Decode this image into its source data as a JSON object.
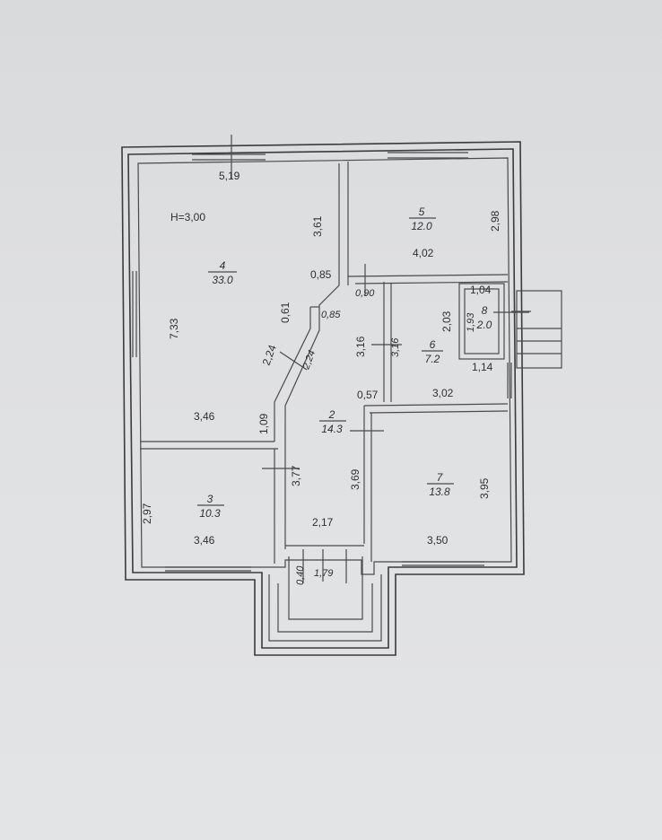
{
  "height_label": "H=3,00",
  "rooms": [
    {
      "id": "room-1",
      "number": "",
      "area": ""
    },
    {
      "id": "room-2",
      "number": "2",
      "area": "14.3"
    },
    {
      "id": "room-3",
      "number": "3",
      "area": "10.3"
    },
    {
      "id": "room-4",
      "number": "4",
      "area": "33.0"
    },
    {
      "id": "room-5",
      "number": "5",
      "area": "12.0"
    },
    {
      "id": "room-6",
      "number": "6",
      "area": "7.2"
    },
    {
      "id": "room-7",
      "number": "7",
      "area": "13.8"
    },
    {
      "id": "room-8",
      "number": "8",
      "area": "2.0"
    }
  ],
  "dimensions": {
    "top_width": "5,19",
    "r4_right_top": "3,61",
    "r4_height": "7,33",
    "r4_width": "3,46",
    "r4_inner_085": "0,85",
    "r4_inner_061": "0,61",
    "r4_diag_224a": "2,24",
    "r4_diag_224b": "2,24",
    "r4_bottom_109": "1,09",
    "r5_width": "4,02",
    "r5_height": "2,98",
    "hall_090": "0,90",
    "hall_085": "0,85",
    "hall_316a": "3,16",
    "hall_316b": "3,16",
    "hall_057": "0,57",
    "r6_203": "2,03",
    "r6_302": "3,02",
    "r8_104": "1,04",
    "r8_193": "1,93",
    "r8_114": "1,14",
    "r3_height": "2,97",
    "r3_width": "3,46",
    "hall_377": "3,77",
    "hall_369": "3,69",
    "entry_217": "2,17",
    "entry_040": "0,40",
    "entry_179": "1,79",
    "r7_height": "3,95",
    "r7_width": "3,50"
  }
}
